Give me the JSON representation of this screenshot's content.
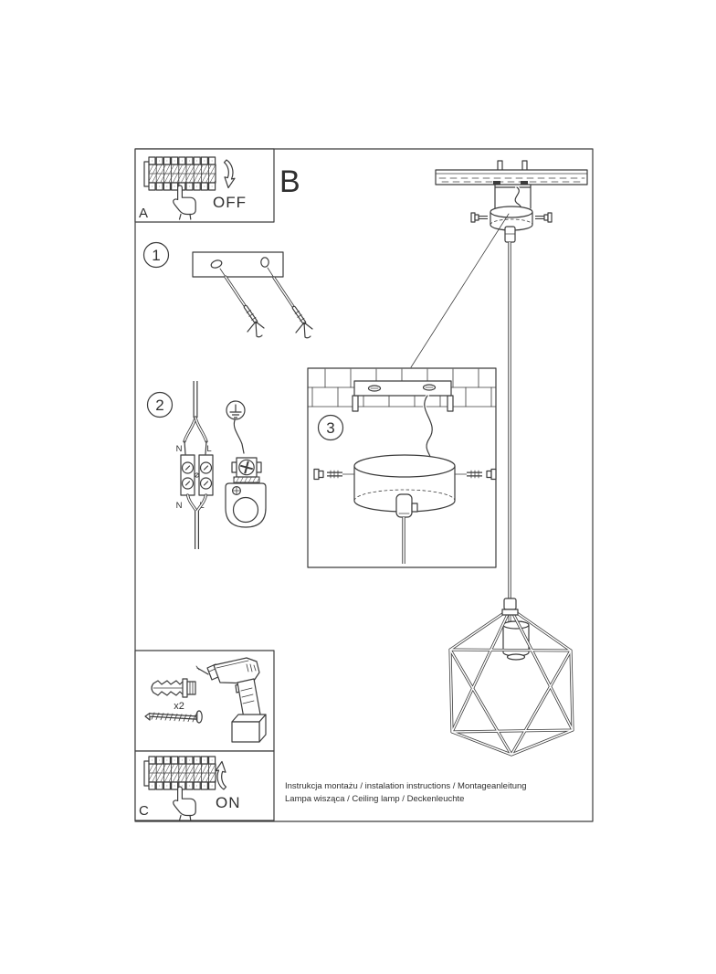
{
  "colors": {
    "ink": "#3c3c3c",
    "paper": "#ffffff"
  },
  "sections": {
    "a": {
      "label": "A",
      "switch_action": "OFF"
    },
    "b": {
      "label": "B"
    },
    "c": {
      "label": "C",
      "switch_action": "ON"
    },
    "step1": {
      "number": "1"
    },
    "step2": {
      "number": "2",
      "wire_n": "N",
      "wire_l": "L"
    },
    "step3": {
      "number": "3"
    },
    "hardware": {
      "anchor_qty": "x2"
    }
  },
  "footer": {
    "line1": "Instrukcja montażu / instalation instructions / Montageanleitung",
    "line2": "Lampa wisząca / Ceiling lamp  / Deckenleuchte"
  }
}
